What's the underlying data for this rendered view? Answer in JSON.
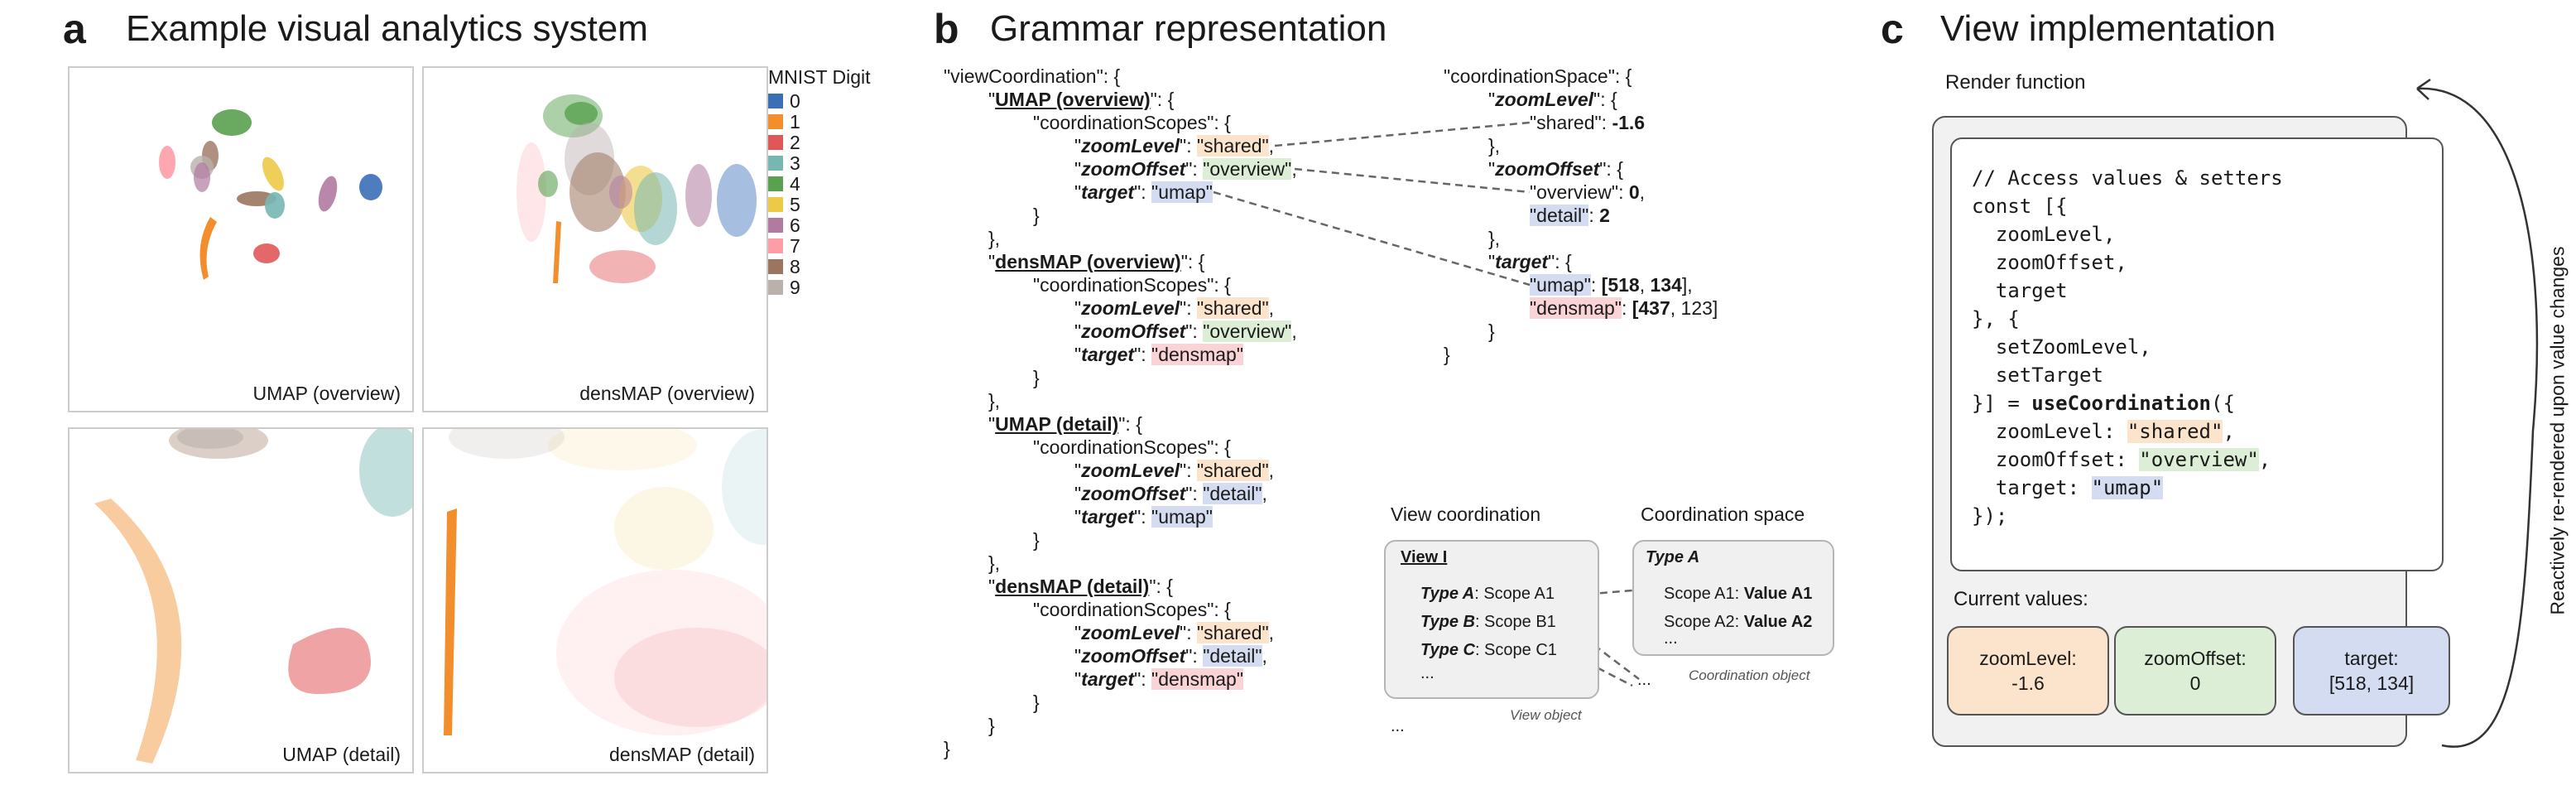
{
  "panel_a": {
    "letter": "a",
    "title": "Example visual analytics system",
    "plots": [
      {
        "label": "UMAP (overview)"
      },
      {
        "label": "densMAP (overview)"
      },
      {
        "label": "UMAP (detail)"
      },
      {
        "label": "densMAP (detail)"
      }
    ],
    "legend": {
      "title": "MNIST Digit",
      "items": [
        {
          "label": "0",
          "color": "#3a6fb7"
        },
        {
          "label": "1",
          "color": "#f28e2b"
        },
        {
          "label": "2",
          "color": "#e15759"
        },
        {
          "label": "3",
          "color": "#76b7b2"
        },
        {
          "label": "4",
          "color": "#59a14f"
        },
        {
          "label": "5",
          "color": "#edc948"
        },
        {
          "label": "6",
          "color": "#b07aa1"
        },
        {
          "label": "7",
          "color": "#ff9da7"
        },
        {
          "label": "8",
          "color": "#9c755f"
        },
        {
          "label": "9",
          "color": "#bab0ac"
        }
      ]
    }
  },
  "panel_b": {
    "letter": "b",
    "title": "Grammar representation",
    "view_coordination_diagram": {
      "left_title": "View coordination",
      "right_title": "Coordination space",
      "view_name": "View I",
      "type_a": "Type A",
      "type_b": "Type B",
      "type_c": "Type C",
      "scope_a1": ": Scope A1",
      "scope_b1": ": Scope B1",
      "scope_c1": ": Scope C1",
      "dots": "...",
      "view_object": "View object",
      "space_type": "Type A",
      "space_scope_a1": "Scope A1: ",
      "space_value_a1": "Value A1",
      "space_scope_a2": "Scope A2: ",
      "space_value_a2": "Value A2",
      "coordination_object": "Coordination object"
    }
  },
  "panel_c": {
    "letter": "c",
    "title": "View implementation",
    "render_function": "Render function",
    "current_values": "Current values:",
    "side_note": "Reactively re-rendered upon value changes",
    "values": [
      {
        "name": "zoomLevel:",
        "value": "-1.6",
        "color": "#fbe3cc"
      },
      {
        "name": "zoomOffset:",
        "value": "0",
        "color": "#dcefd6"
      },
      {
        "name": "target:",
        "value": "[518, 134]",
        "color": "#d4dcf1"
      }
    ]
  }
}
